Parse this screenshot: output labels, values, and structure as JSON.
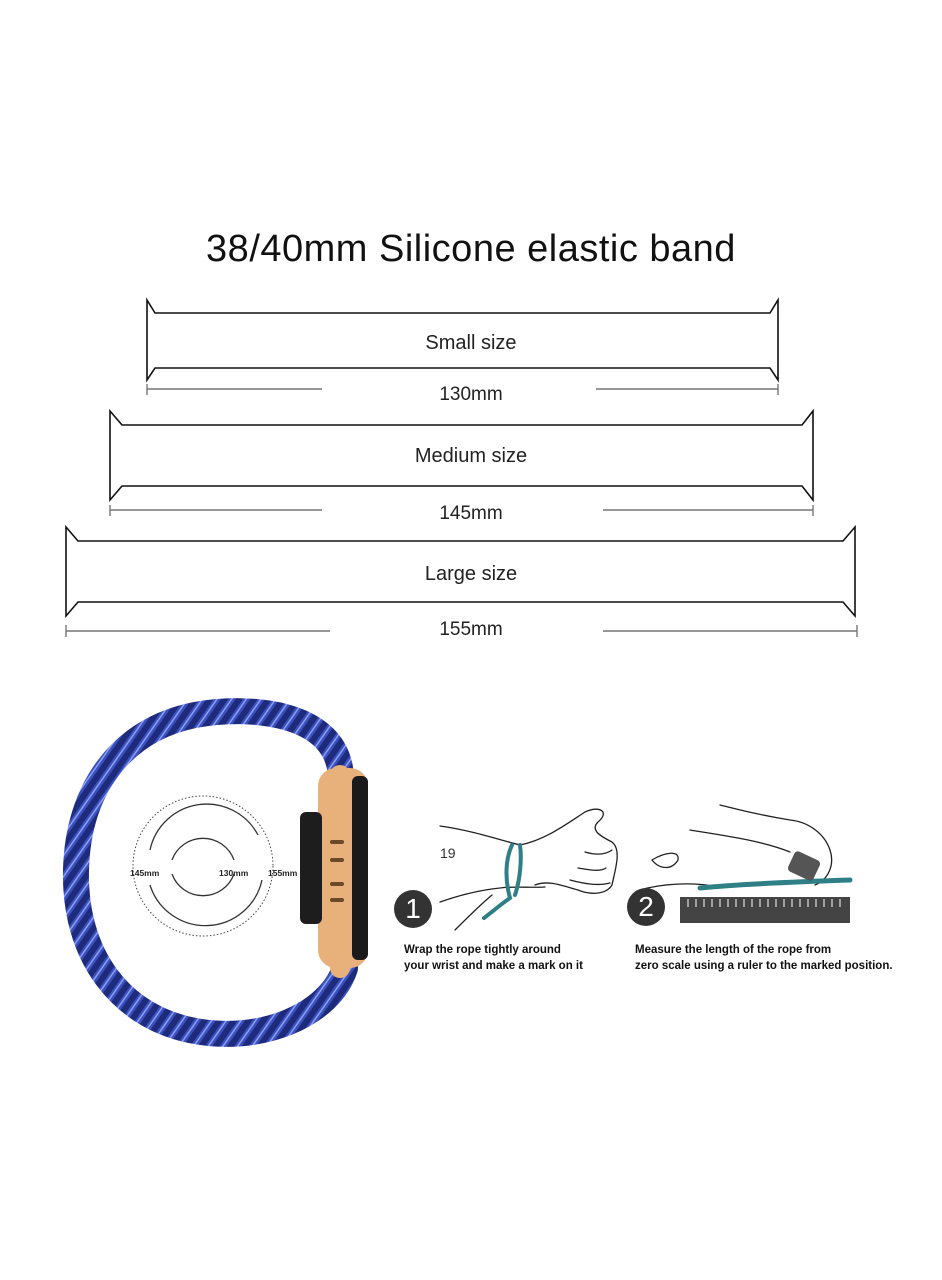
{
  "title": "38/40mm Silicone elastic band",
  "bands": [
    {
      "label": "Small size",
      "length": "130mm"
    },
    {
      "label": "Medium size",
      "length": "145mm"
    },
    {
      "label": "Large size",
      "length": "155mm"
    }
  ],
  "rings": {
    "outer": "145mm",
    "inner": "130mm",
    "right": "155mm"
  },
  "steps": [
    {
      "number": "1",
      "figure_number": "19",
      "line1": "Wrap the rope tightly around",
      "line2": "your wrist and make a mark on it"
    },
    {
      "number": "2",
      "line1": "Measure the  length of the rope from",
      "line2": "zero  scale using  a ruler to the  marked position."
    }
  ],
  "colors": {
    "band_braid": "#2b3b9e",
    "watch_case": "#e8b07a",
    "rope": "#2f7f86",
    "badge": "#333333"
  }
}
